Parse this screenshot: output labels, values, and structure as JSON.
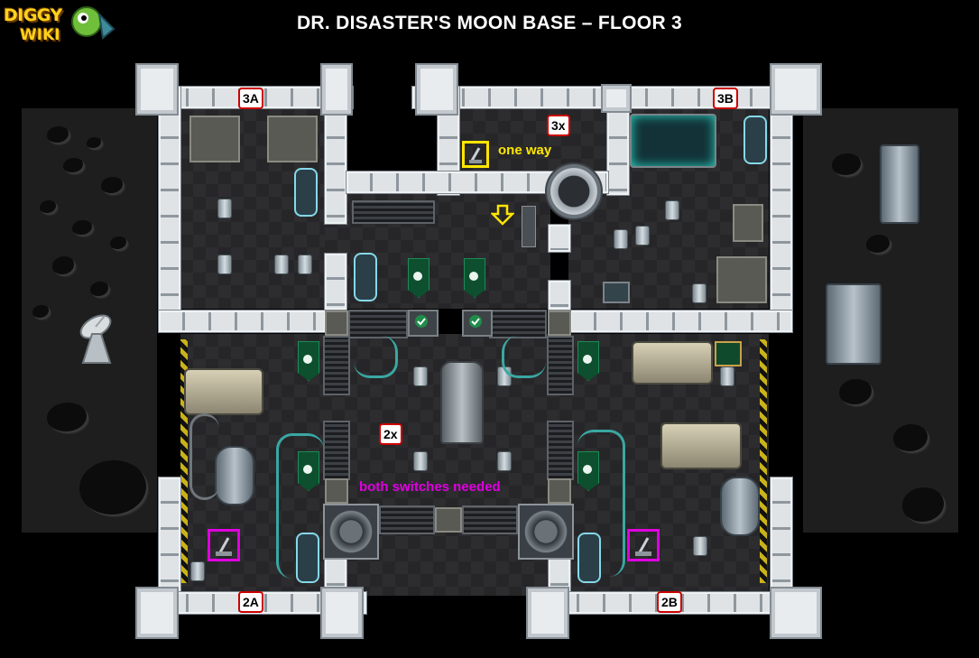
{
  "header": {
    "title": "DR. DISASTER'S MOON BASE – FLOOR 3"
  },
  "logo": {
    "line1": "DIGGY",
    "line2": "WIKI"
  },
  "room_labels": {
    "a3": "3A",
    "b3": "3B",
    "x3": "3x",
    "x2": "2x",
    "a2": "2A",
    "b2": "2B"
  },
  "notes": {
    "one_way": "one way",
    "switches": "both switches needed"
  },
  "colors": {
    "label_border": "#cc0000",
    "one_way_marker": "#ffe600",
    "switch_marker": "#e000e0",
    "wall": "#dfe3e6",
    "floor": "#262628",
    "moon_surface": "#1e1e1e"
  },
  "icons": {
    "exit_arrow": "down-arrow-icon",
    "switch": "lever-icon",
    "check": "check-icon"
  }
}
